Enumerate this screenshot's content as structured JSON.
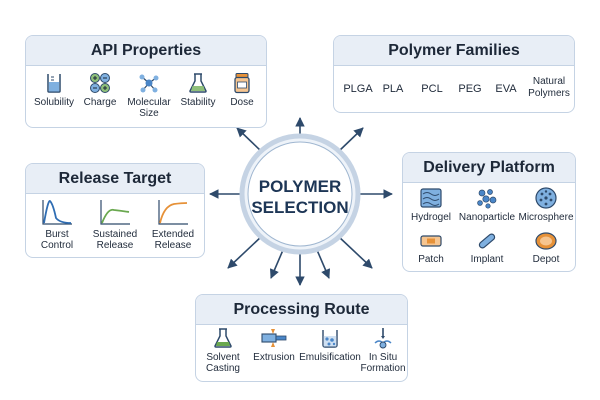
{
  "center": {
    "line1": "POLYMER",
    "line2": "SELECTION"
  },
  "api_properties": {
    "title": "API Properties",
    "items": [
      {
        "label": "Solubility",
        "icon": "beaker-icon"
      },
      {
        "label": "Charge",
        "icon": "charge-icon"
      },
      {
        "label": "Molecular Size",
        "icon": "molecule-icon"
      },
      {
        "label": "Stability",
        "icon": "flask-icon"
      },
      {
        "label": "Dose",
        "icon": "pill-bottle-icon"
      }
    ]
  },
  "polymer_families": {
    "title": "Polymer Families",
    "items": [
      "PLGA",
      "PLA",
      "PCL",
      "PEG",
      "EVA",
      "Natural Polymers"
    ]
  },
  "release_target": {
    "title": "Release Target",
    "items": [
      {
        "label": "Burst Control",
        "icon": "burst-curve-icon",
        "color": "#2f6db3"
      },
      {
        "label": "Sustained Release",
        "icon": "sustained-curve-icon",
        "color": "#6aa84f"
      },
      {
        "label": "Extended Release",
        "icon": "extended-curve-icon",
        "color": "#e69138"
      }
    ]
  },
  "delivery_platform": {
    "title": "Delivery Platform",
    "items": [
      {
        "label": "Hydrogel",
        "icon": "hydrogel-icon"
      },
      {
        "label": "Nanoparticle",
        "icon": "nanoparticle-icon"
      },
      {
        "label": "Microsphere",
        "icon": "microsphere-icon"
      },
      {
        "label": "Patch",
        "icon": "patch-icon"
      },
      {
        "label": "Implant",
        "icon": "implant-icon"
      },
      {
        "label": "Depot",
        "icon": "depot-icon"
      }
    ]
  },
  "processing_route": {
    "title": "Processing Route",
    "items": [
      {
        "label": "Solvent Casting",
        "icon": "solvent-flask-icon"
      },
      {
        "label": "Extrusion",
        "icon": "extrusion-icon"
      },
      {
        "label": "Emulsification",
        "icon": "emulsion-icon"
      },
      {
        "label": "In Situ Formation",
        "icon": "in-situ-icon"
      }
    ]
  },
  "colors": {
    "card_border": "#c5d3e4",
    "card_header": "#e8eef6",
    "arrow": "#2e4a6b",
    "center_fill": "#eef3f9",
    "accent_blue": "#4a86c8",
    "accent_green": "#6aa84f",
    "accent_orange": "#e69138"
  }
}
